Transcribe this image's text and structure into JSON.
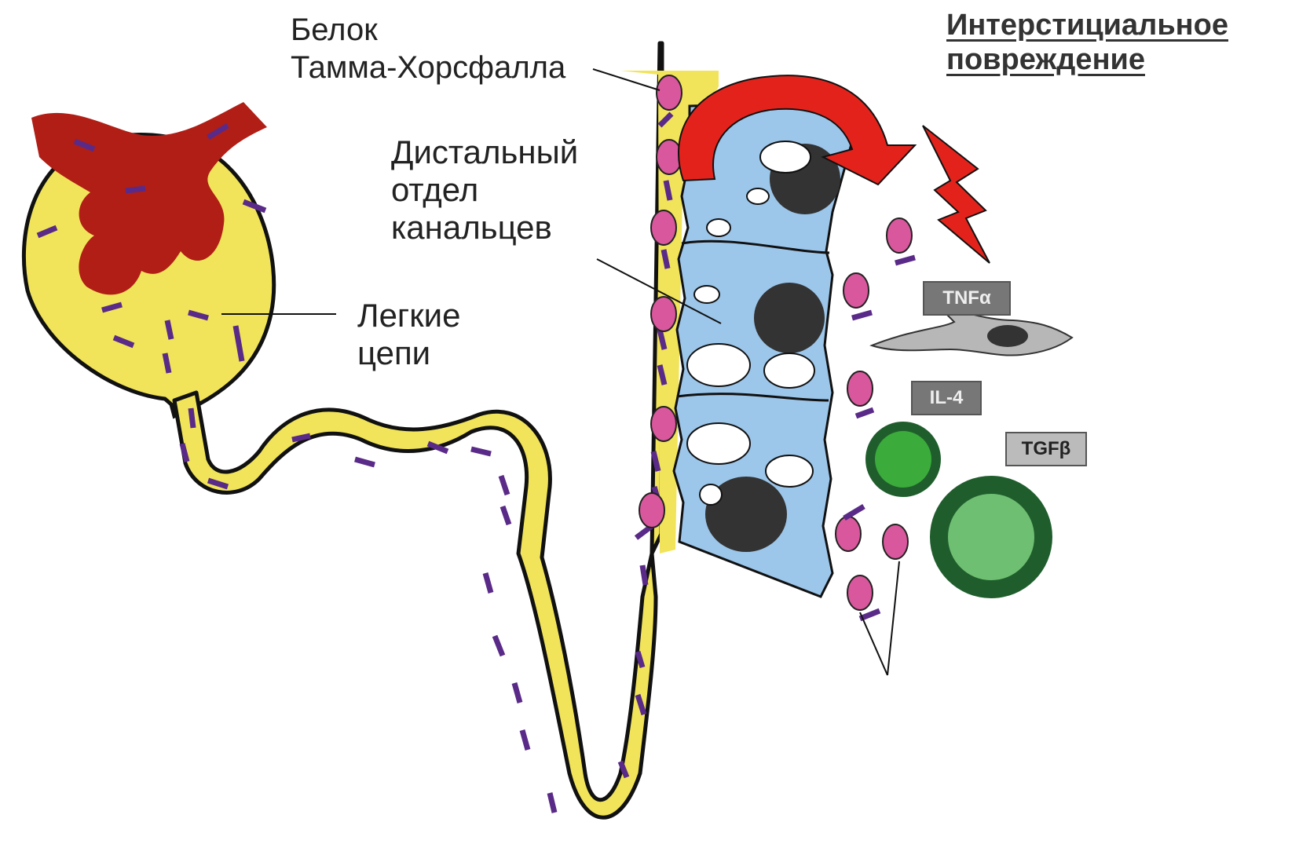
{
  "labels": {
    "tamm_horsfall": [
      "Белок",
      "Тамма-Хорсфалла"
    ],
    "distal_tubule": [
      "Дистальный",
      "отдел",
      "канальцев"
    ],
    "light_chains": [
      "Легкие",
      "цепи"
    ],
    "interstitial_injury": [
      "Интерстициальное",
      "повреждение"
    ]
  },
  "cytokines": {
    "tnf": "TNFα",
    "il4": "IL-4",
    "tgf": "TGFβ"
  },
  "colors": {
    "tubule_fill": "#f1e45a",
    "glomerulus_fill": "#b01e16",
    "light_chain": "#5a2a88",
    "epithelium": "#9cc6ea",
    "nucleus": "#333333",
    "protein": "#d9579c",
    "injury_arrow": "#e3231b",
    "cell_dark_green": "#1f5e2c",
    "cell_light_green": "#6fbf73"
  },
  "icons": [
    "glomerulus",
    "tubule",
    "epithelial-cell",
    "nucleus",
    "tamm-horsfall-protein",
    "light-chain",
    "injury-arrow",
    "lightning-bolt",
    "fibroblast",
    "immune-cell"
  ]
}
